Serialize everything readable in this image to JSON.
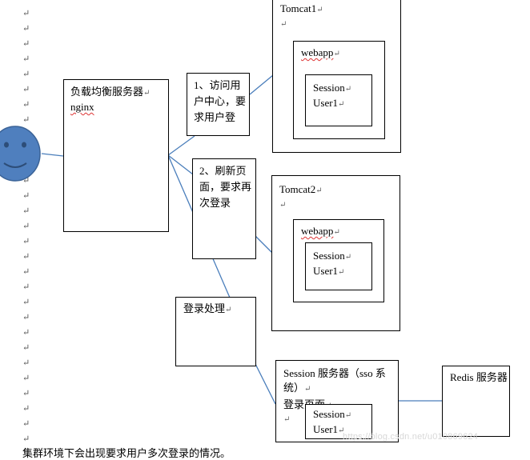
{
  "paragraph_mark": "↵",
  "footer_text": "集群环境下会出现要求用户多次登录的情况。",
  "watermark": "https://blog.csdn.net/u010869624",
  "load_balancer": {
    "title": "负载均衡服务器",
    "sub": "nginx"
  },
  "step1": "1、访问用户中心，要求用户登",
  "step2": "2、刷新页面，要求再次登录",
  "login": "登录处理",
  "tomcat1": {
    "title": "Tomcat1",
    "webapp": "webapp",
    "session": "Session",
    "user": "User1"
  },
  "tomcat2": {
    "title": "Tomcat2",
    "webapp": "webapp",
    "session": "Session",
    "user": "User1"
  },
  "session_server": {
    "title": "Session 服务器（sso 系统）",
    "login_page": "登录页面",
    "session": "Session",
    "user": "User1"
  },
  "redis": {
    "title": "Redis 服务器"
  }
}
